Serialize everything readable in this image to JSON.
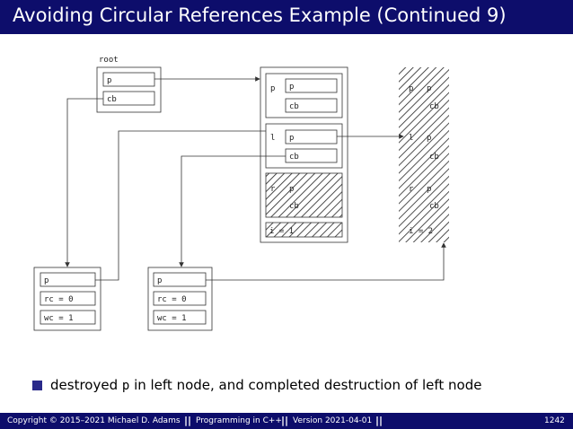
{
  "slide": {
    "title": "Avoiding Circular References Example (Continued 9)"
  },
  "diagram": {
    "root_label": "root",
    "root": {
      "p": "p",
      "cb": "cb"
    },
    "middle_node": {
      "p_label": "p",
      "p_field": "p",
      "p_cb": "cb",
      "l_label": "l",
      "l_field": "p",
      "l_cb": "cb",
      "r_label": "r",
      "r_field": "p",
      "r_cb": "cb",
      "i_text": "i = 1"
    },
    "right_node": {
      "p_label": "p",
      "p_field": "p",
      "p_cb": "cb",
      "l_label": "l",
      "l_field": "p",
      "l_cb": "cb",
      "r_label": "r",
      "r_field": "p",
      "r_cb": "cb",
      "i_text": "i = 2"
    },
    "cb_left": {
      "p": "p",
      "rc": "rc = 0",
      "wc": "wc = 1"
    },
    "cb_middle": {
      "p": "p",
      "rc": "rc = 0",
      "wc": "wc = 1"
    }
  },
  "bullet": {
    "text_before": "destroyed ",
    "code": "p",
    "text_after": " in left node, and completed destruction of left node"
  },
  "footer": {
    "copyright": "Copyright © 2015–2021 Michael D. Adams",
    "course": "Programming in C++",
    "version": "Version 2021-04-01",
    "page": "1242"
  }
}
